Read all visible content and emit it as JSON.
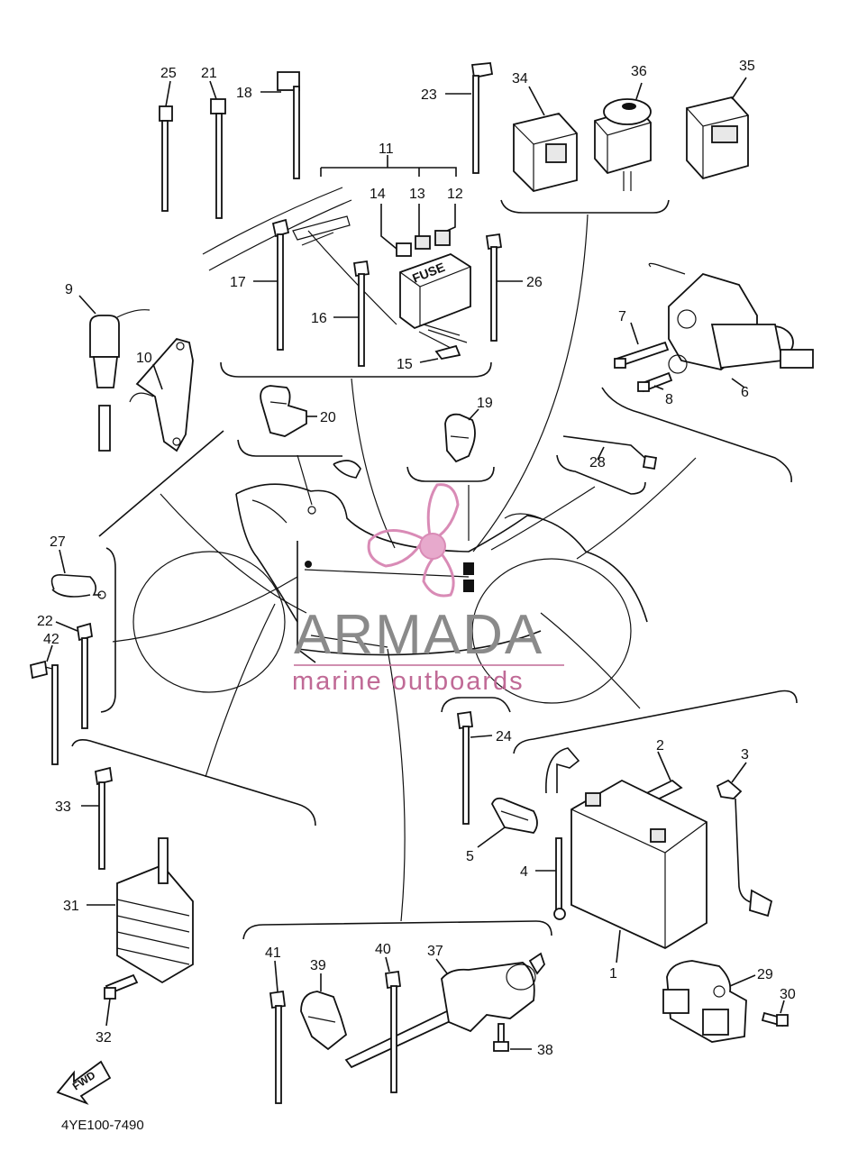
{
  "diagram_code": "4YE100-7490",
  "watermark": {
    "brand": "ARMADA",
    "tagline": "marine outboards"
  },
  "fuse_box_text": "FUSE",
  "direction_arrow_text": "FWD",
  "callouts": [
    "1",
    "2",
    "3",
    "4",
    "5",
    "6",
    "7",
    "8",
    "9",
    "10",
    "11",
    "12",
    "13",
    "14",
    "15",
    "16",
    "17",
    "18",
    "19",
    "20",
    "21",
    "22",
    "23",
    "24",
    "25",
    "26",
    "27",
    "28",
    "29",
    "30",
    "31",
    "32",
    "33",
    "34",
    "35",
    "36",
    "37",
    "38",
    "39",
    "40",
    "41",
    "42"
  ],
  "colors": {
    "line": "#111111",
    "watermark_text": "#8a8a8a",
    "watermark_accent": "#c06a96"
  }
}
